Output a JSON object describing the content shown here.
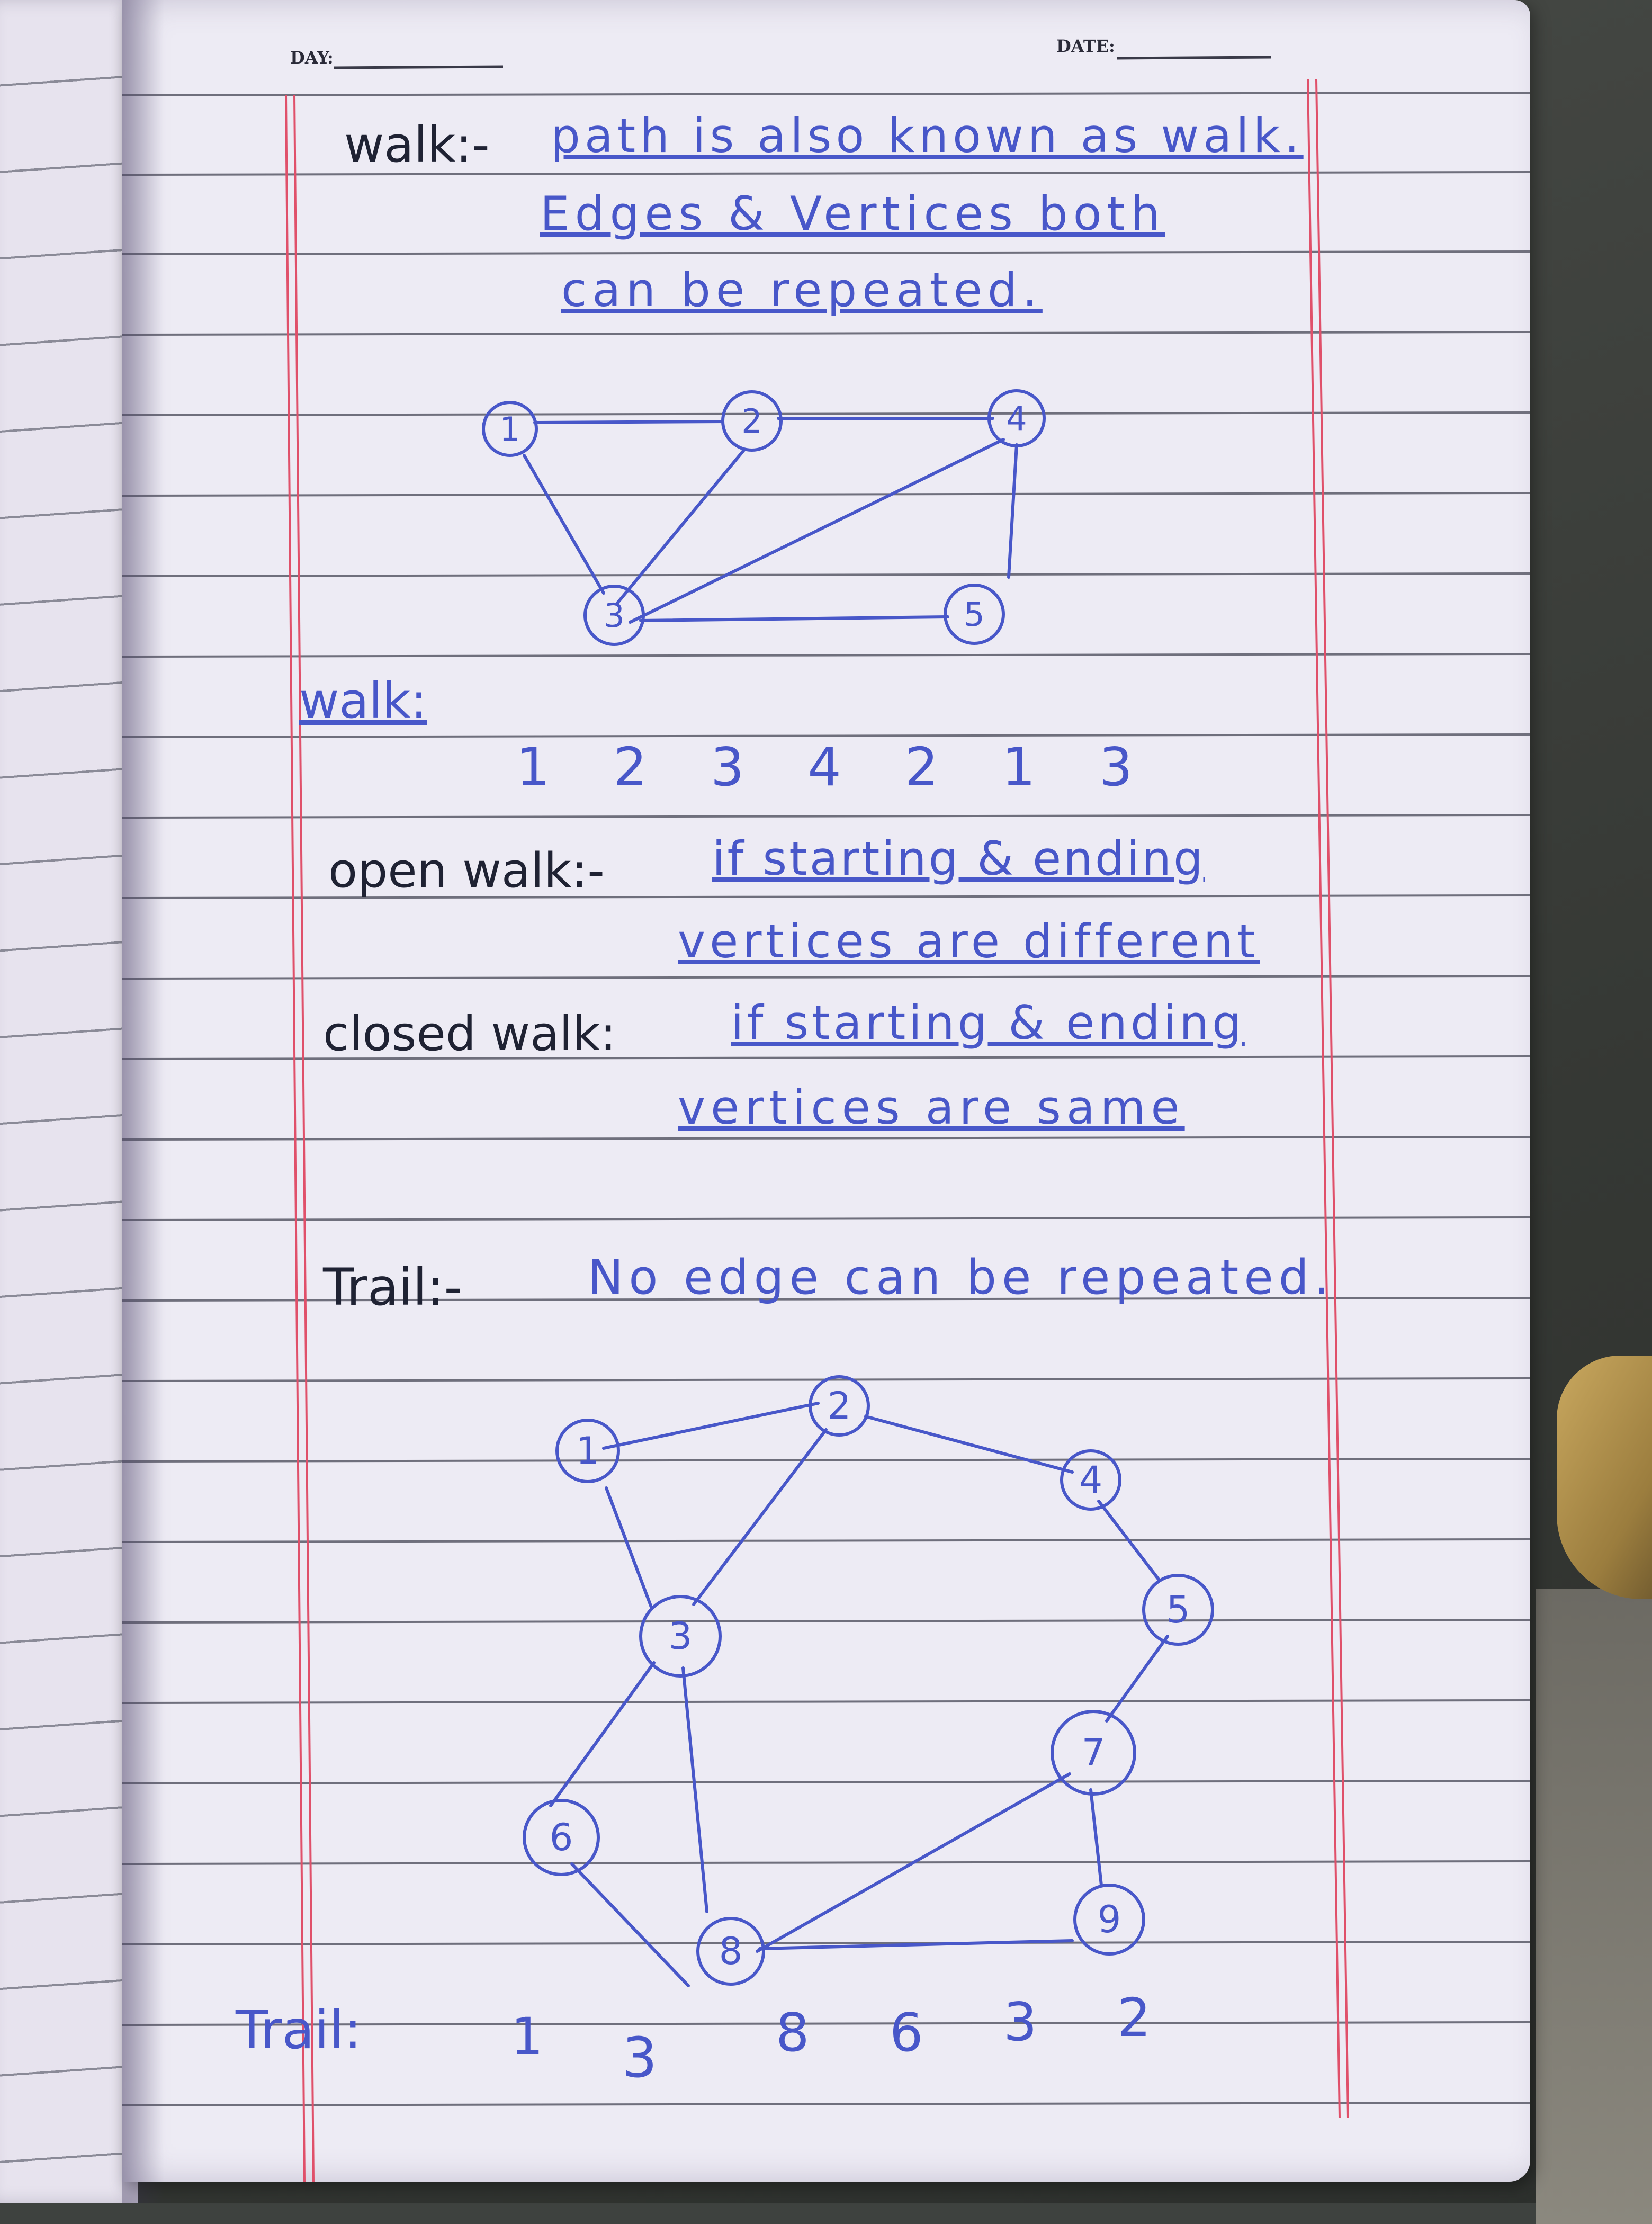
{
  "header": {
    "day_label": "DAY:",
    "date_label": "DATE:"
  },
  "walk_section": {
    "heading": "walk:-",
    "line1": "path is also known as walk.",
    "line2": "Edges & Vertices both",
    "line3": "can be repeated."
  },
  "walk_graph": {
    "nodes": [
      "1",
      "2",
      "4",
      "3",
      "5"
    ],
    "edges": [
      [
        "1",
        "2"
      ],
      [
        "2",
        "4"
      ],
      [
        "1",
        "3"
      ],
      [
        "2",
        "3"
      ],
      [
        "3",
        "4"
      ],
      [
        "4",
        "5"
      ],
      [
        "3",
        "5"
      ]
    ]
  },
  "walk_example": {
    "label": "walk:",
    "sequence": "1 2 3 4 2 1 3"
  },
  "open_walk": {
    "label": "open walk:-",
    "line1": "if starting & ending",
    "line2": "vertices are different"
  },
  "closed_walk": {
    "label": "closed walk:",
    "line1": "if starting & ending",
    "line2": "vertices are same"
  },
  "trail_section": {
    "heading": "Trail:-",
    "definition": "No edge can be repeated."
  },
  "trail_graph": {
    "nodes": [
      "1",
      "2",
      "4",
      "5",
      "3",
      "7",
      "6",
      "8",
      "9"
    ],
    "edges": [
      [
        "1",
        "2"
      ],
      [
        "2",
        "4"
      ],
      [
        "4",
        "5"
      ],
      [
        "5",
        "7"
      ],
      [
        "7",
        "9"
      ],
      [
        "9",
        "8"
      ],
      [
        "8",
        "7"
      ],
      [
        "1",
        "3"
      ],
      [
        "2",
        "3"
      ],
      [
        "3",
        "6"
      ],
      [
        "3",
        "8"
      ],
      [
        "6",
        "8"
      ]
    ]
  },
  "trail_example": {
    "label": "Trail:",
    "sequence": [
      "1",
      "3",
      "8",
      "6",
      "3",
      "2"
    ]
  },
  "colors": {
    "pen_blue": "#4857c9",
    "pen_black": "#1f2233",
    "margin_red": "#e0506a",
    "rule_gray": "#6f6f7c",
    "paper": "#edebf4"
  }
}
